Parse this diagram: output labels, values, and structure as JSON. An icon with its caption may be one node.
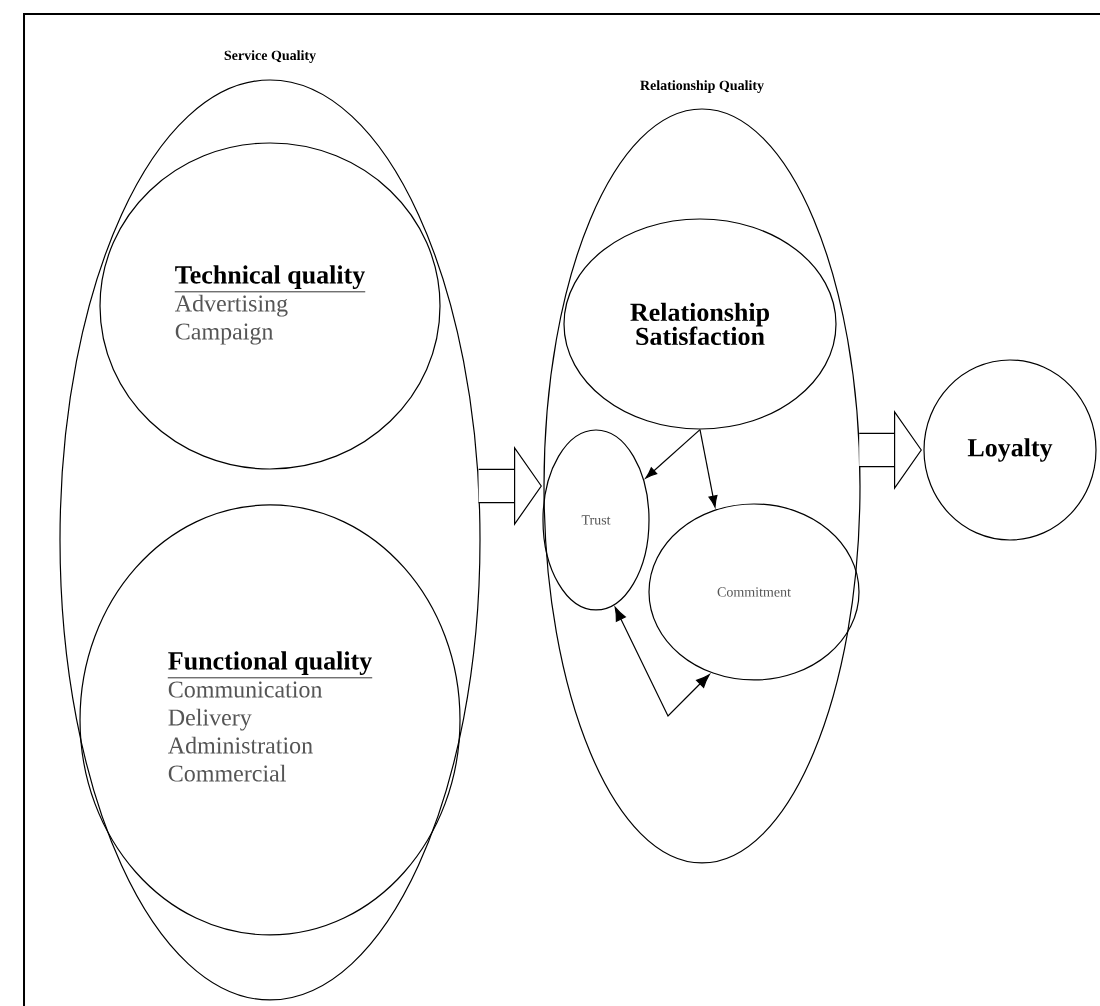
{
  "diagram": {
    "nodes": [
      {
        "text": [
          "Service Quality"
        ]
      },
      {
        "text": [
          "Technical quality",
          "Advertising",
          "Campaign"
        ],
        "in": 0
      },
      {
        "text": [
          "Functional quality",
          "Communication",
          "Delivery",
          "Administration",
          "Commercial"
        ],
        "in": 0
      },
      {
        "text": [
          "Relationship Quality"
        ]
      },
      {
        "text": [
          "Relationship Satisfaction"
        ],
        "in": 3
      },
      {
        "text": [
          "Trust"
        ],
        "in": 3
      },
      {
        "text": [
          "Commitment"
        ],
        "in": 3
      },
      {
        "text": [
          "Loyalty"
        ]
      }
    ],
    "edges": [
      {
        "from": 0,
        "to": 3,
        "arrow": "to",
        "style": "thick"
      },
      {
        "from": 3,
        "to": 7,
        "arrow": "to",
        "style": "thick"
      },
      {
        "from": 4,
        "to": 5,
        "arrow": "to"
      },
      {
        "from": 4,
        "to": 6,
        "arrow": "to"
      },
      {
        "from": 6,
        "to": 5,
        "arrow": "both"
      }
    ]
  }
}
